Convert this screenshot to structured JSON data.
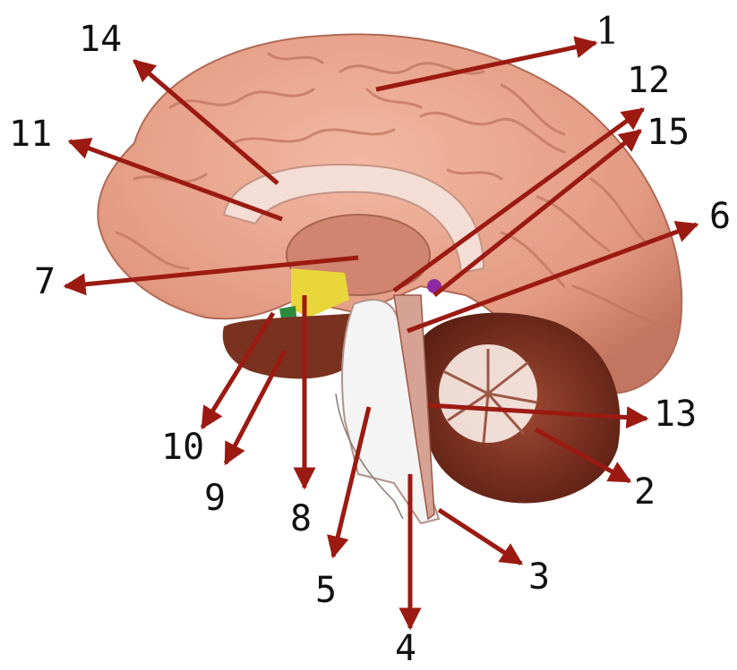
{
  "colors": {
    "cortex": "#e9a48d",
    "cortex_shadow": "#b86a55",
    "corpus_callosum": "#f3ddd4",
    "thalamus": "#cf8570",
    "cerebellum_dark": "#6e2718",
    "cerebellum_light": "#fbeee8",
    "hypothalamus": "#e8d63a",
    "pituitary_green": "#2d8a3f",
    "pineal": "#8c2aa0",
    "brainstem": "#f4f4f4",
    "arrow": "#9b1a12"
  },
  "labels": [
    {
      "id": "1",
      "text": "1"
    },
    {
      "id": "2",
      "text": "2"
    },
    {
      "id": "3",
      "text": "3"
    },
    {
      "id": "4",
      "text": "4"
    },
    {
      "id": "5",
      "text": "5"
    },
    {
      "id": "6",
      "text": "6"
    },
    {
      "id": "7",
      "text": "7"
    },
    {
      "id": "8",
      "text": "8"
    },
    {
      "id": "9",
      "text": "9"
    },
    {
      "id": "10",
      "text": "10"
    },
    {
      "id": "11",
      "text": "11"
    },
    {
      "id": "12",
      "text": "12"
    },
    {
      "id": "13",
      "text": "13"
    },
    {
      "id": "14",
      "text": "14"
    },
    {
      "id": "15",
      "text": "15"
    }
  ]
}
